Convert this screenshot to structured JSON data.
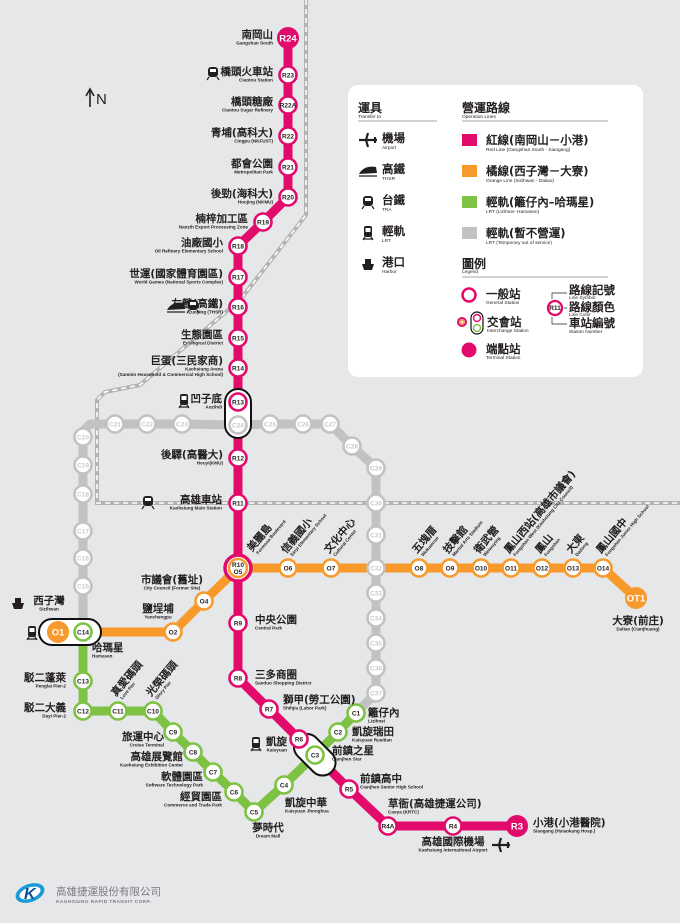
{
  "colors": {
    "red": "#e20b6b",
    "orange": "#f7992b",
    "green": "#7dc242",
    "grey": "#c2c2c2",
    "bg": "#e6e7e9"
  },
  "north": "N",
  "company": {
    "zh": "高雄捷運股份有限公司",
    "en": "KAOHSIUNG RAPID TRANSIT CORP."
  },
  "legend": {
    "transfer": {
      "title": "運具",
      "sub": "Transfer to",
      "items": [
        {
          "icon": "airport-icon",
          "zh": "機場",
          "en": "Airport"
        },
        {
          "icon": "thsr-icon",
          "zh": "高鐵",
          "en": "THSR"
        },
        {
          "icon": "tra-icon",
          "zh": "台鐵",
          "en": "TRA"
        },
        {
          "icon": "lrt-icon",
          "zh": "輕軌",
          "en": "LRT"
        },
        {
          "icon": "harbor-icon",
          "zh": "港口",
          "en": "Harbor"
        }
      ]
    },
    "lines": {
      "title": "營運路線",
      "sub": "Operation Lines",
      "items": [
        {
          "color": "#e20b6b",
          "zh": "紅線(南岡山－小港)",
          "en": "Red Line (Gangshan South - Siaogang)"
        },
        {
          "color": "#f7992b",
          "zh": "橘線(西子灣－大寮)",
          "en": "Orange Line (Sizihwan - Daliao)"
        },
        {
          "color": "#7dc242",
          "zh": "輕軌(籬仔內–哈瑪星)",
          "en": "LRT (Lizihnei- Hamasen)"
        },
        {
          "color": "#c2c2c2",
          "zh": "輕軌(暫不營運)",
          "en": "LRT (Temporary out of service)"
        }
      ]
    },
    "key": {
      "title": "圖例",
      "sub": "Legend",
      "general": {
        "zh": "一般站",
        "en": "General Station"
      },
      "interchange": {
        "zh": "交會站",
        "en": "Interchange Station"
      },
      "terminal": {
        "zh": "端點站",
        "en": "Terminal Station"
      },
      "sample_code": "R11",
      "symbol": {
        "zh": "路線記號",
        "en": "Line Symbol"
      },
      "color": {
        "zh": "路線顏色",
        "en": "Line Color"
      },
      "number": {
        "zh": "車站編號",
        "en": "Station Number"
      }
    }
  },
  "stations": {
    "R24": {
      "code": "R24",
      "zh": "南岡山",
      "en": "Gangshan South"
    },
    "R23": {
      "code": "R23",
      "zh": "橋頭火車站",
      "en": "Ciaotou Station"
    },
    "R22A": {
      "code": "R22A",
      "zh": "橋頭糖廠",
      "en": "Ciaotou Sugar Refinery"
    },
    "R22": {
      "code": "R22",
      "zh": "青埔(高科大)",
      "en": "Cingpu (NKFUST)"
    },
    "R21": {
      "code": "R21",
      "zh": "都會公園",
      "en": "Metropolitan Park"
    },
    "R20": {
      "code": "R20",
      "zh": "後勁(海科大)",
      "en": "Houjing (NKMU)"
    },
    "R19": {
      "code": "R19",
      "zh": "楠梓加工區",
      "en": "Nanzih Export Processing Zone"
    },
    "R18": {
      "code": "R18",
      "zh": "油廠國小",
      "en": "Oil Refinery Elementary School"
    },
    "R17": {
      "code": "R17",
      "zh": "世運(國家體育園區)",
      "en": "World Games (National Sports Complex)"
    },
    "R16": {
      "code": "R16",
      "zh": "左營(高鐵)",
      "en": "Zuoying (THSR)"
    },
    "R15": {
      "code": "R15",
      "zh": "生態園區",
      "en": "Ecological District"
    },
    "R14": {
      "code": "R14",
      "zh": "巨蛋(三民家商)",
      "en": "Kaohsiung Arena",
      "en2": "(Sanmin Household & Commercial High School)"
    },
    "R13": {
      "code": "R13",
      "zh": "凹子底",
      "en": "Aozihdi"
    },
    "R12": {
      "code": "R12",
      "zh": "後驛(高醫大)",
      "en": "Houyi(KMU)"
    },
    "R11": {
      "code": "R11",
      "zh": "高雄車站",
      "en": "Kaohsiung Main Station"
    },
    "R10": {
      "code": "R10",
      "code2": "O5",
      "zh": "美麗島",
      "en": "Formosa Boulevard"
    },
    "R9": {
      "code": "R9",
      "zh": "中央公園",
      "en": "Central Park"
    },
    "R8": {
      "code": "R8",
      "zh": "三多商圈",
      "en": "Sanduo Shopping District"
    },
    "R7": {
      "code": "R7",
      "zh": "獅甲(勞工公園)",
      "en": "Shihjia (Labor Park)"
    },
    "R6": {
      "code": "R6",
      "zh": "凱旋",
      "en": "Kaisyuan"
    },
    "R5": {
      "code": "R5",
      "zh": "前鎮高中",
      "en": "Cianjhen Senior High School"
    },
    "R4A": {
      "code": "R4A",
      "zh": "草衙(高雄捷運公司)",
      "en": "Caoya (KRTC)"
    },
    "R4": {
      "code": "R4",
      "zh": "高雄國際機場",
      "en": "Kaohsiung International Airport"
    },
    "R3": {
      "code": "R3",
      "zh": "小港(小港醫院)",
      "en": "Siaogang (Hsiaokang Hosp.)"
    },
    "O1": {
      "code": "O1",
      "zh": "西子灣",
      "en": "Sizihwan"
    },
    "O2": {
      "code": "O2",
      "zh": "鹽埕埔",
      "en": "Yanchengpu"
    },
    "O4": {
      "code": "O4",
      "zh": "市議會(舊址)",
      "en": "City Council (Former Site)"
    },
    "O6": {
      "code": "O6",
      "zh": "信義國小",
      "en": "Sinyi Elementary School"
    },
    "O7": {
      "code": "O7",
      "zh": "文化中心",
      "en": "Cultural Center"
    },
    "O8": {
      "code": "O8",
      "zh": "五塊厝",
      "en": "Wukuaicuo"
    },
    "O9": {
      "code": "O9",
      "zh": "技擊館",
      "en": "Martial Arts Stadium"
    },
    "O10": {
      "code": "O10",
      "zh": "衛武營",
      "en": "Weiwuying"
    },
    "O11": {
      "code": "O11",
      "zh": "鳳山西站(高雄市議會)",
      "en": "Fongshan West (Kaohsiung City Council)"
    },
    "O12": {
      "code": "O12",
      "zh": "鳳山",
      "en": "Fongshan"
    },
    "O13": {
      "code": "O13",
      "zh": "大東",
      "en": "Dadong"
    },
    "O14": {
      "code": "O14",
      "zh": "鳳山國中",
      "en": "Fongshan Junior High School"
    },
    "OT1": {
      "code": "OT1",
      "zh": "大寮(前庄)",
      "en": "Daliao (Cianjhuang)"
    },
    "C1": {
      "code": "C1",
      "zh": "籬仔內",
      "en": "Lizihnei"
    },
    "C2": {
      "code": "C2",
      "zh": "凱旋瑞田",
      "en": "Kaisyuan Rueitian"
    },
    "C3": {
      "code": "C3",
      "zh": "前鎮之星",
      "en": "Cianjhen Star"
    },
    "C4": {
      "code": "C4",
      "zh": "凱旋中華",
      "en": "Kaisyuan Jhonghua"
    },
    "C5": {
      "code": "C5",
      "zh": "夢時代",
      "en": "Dream Mall"
    },
    "C6": {
      "code": "C6",
      "zh": "經貿園區",
      "en": "Commerce and Trade Park"
    },
    "C7": {
      "code": "C7",
      "zh": "軟體園區",
      "en": "Software Technology Park"
    },
    "C8": {
      "code": "C8",
      "zh": "高雄展覽館",
      "en": "Kaohsiung Exhibition Center"
    },
    "C9": {
      "code": "C9",
      "zh": "旅運中心",
      "en": "Cruise Terminal"
    },
    "C10": {
      "code": "C10",
      "zh": "光榮碼頭",
      "en": "Glory Pier"
    },
    "C11": {
      "code": "C11",
      "zh": "真愛碼頭",
      "en": "Love Pier"
    },
    "C12": {
      "code": "C12",
      "zh": "駁二大義",
      "en": "Dayi Pier-2"
    },
    "C13": {
      "code": "C13",
      "zh": "駁二蓬萊",
      "en": "Penglai Pier-2"
    },
    "C14": {
      "code": "C14",
      "zh": "哈瑪星",
      "en": "Hamasen"
    },
    "C15": {
      "code": "C15"
    },
    "C16": {
      "code": "C16"
    },
    "C17": {
      "code": "C17"
    },
    "C18": {
      "code": "C18"
    },
    "C19": {
      "code": "C19"
    },
    "C20": {
      "code": "C20"
    },
    "C21": {
      "code": "C21"
    },
    "C22": {
      "code": "C22"
    },
    "C23": {
      "code": "C23"
    },
    "C24": {
      "code": "C24"
    },
    "C25": {
      "code": "C25"
    },
    "C26": {
      "code": "C26"
    },
    "C27": {
      "code": "C27"
    },
    "C28": {
      "code": "C28"
    },
    "C29": {
      "code": "C29"
    },
    "C30": {
      "code": "C30"
    },
    "C31": {
      "code": "C31"
    },
    "C32": {
      "code": "C32"
    },
    "C33": {
      "code": "C33"
    },
    "C34": {
      "code": "C34"
    },
    "C35": {
      "code": "C35"
    },
    "C36": {
      "code": "C36"
    },
    "C37": {
      "code": "C37"
    }
  }
}
